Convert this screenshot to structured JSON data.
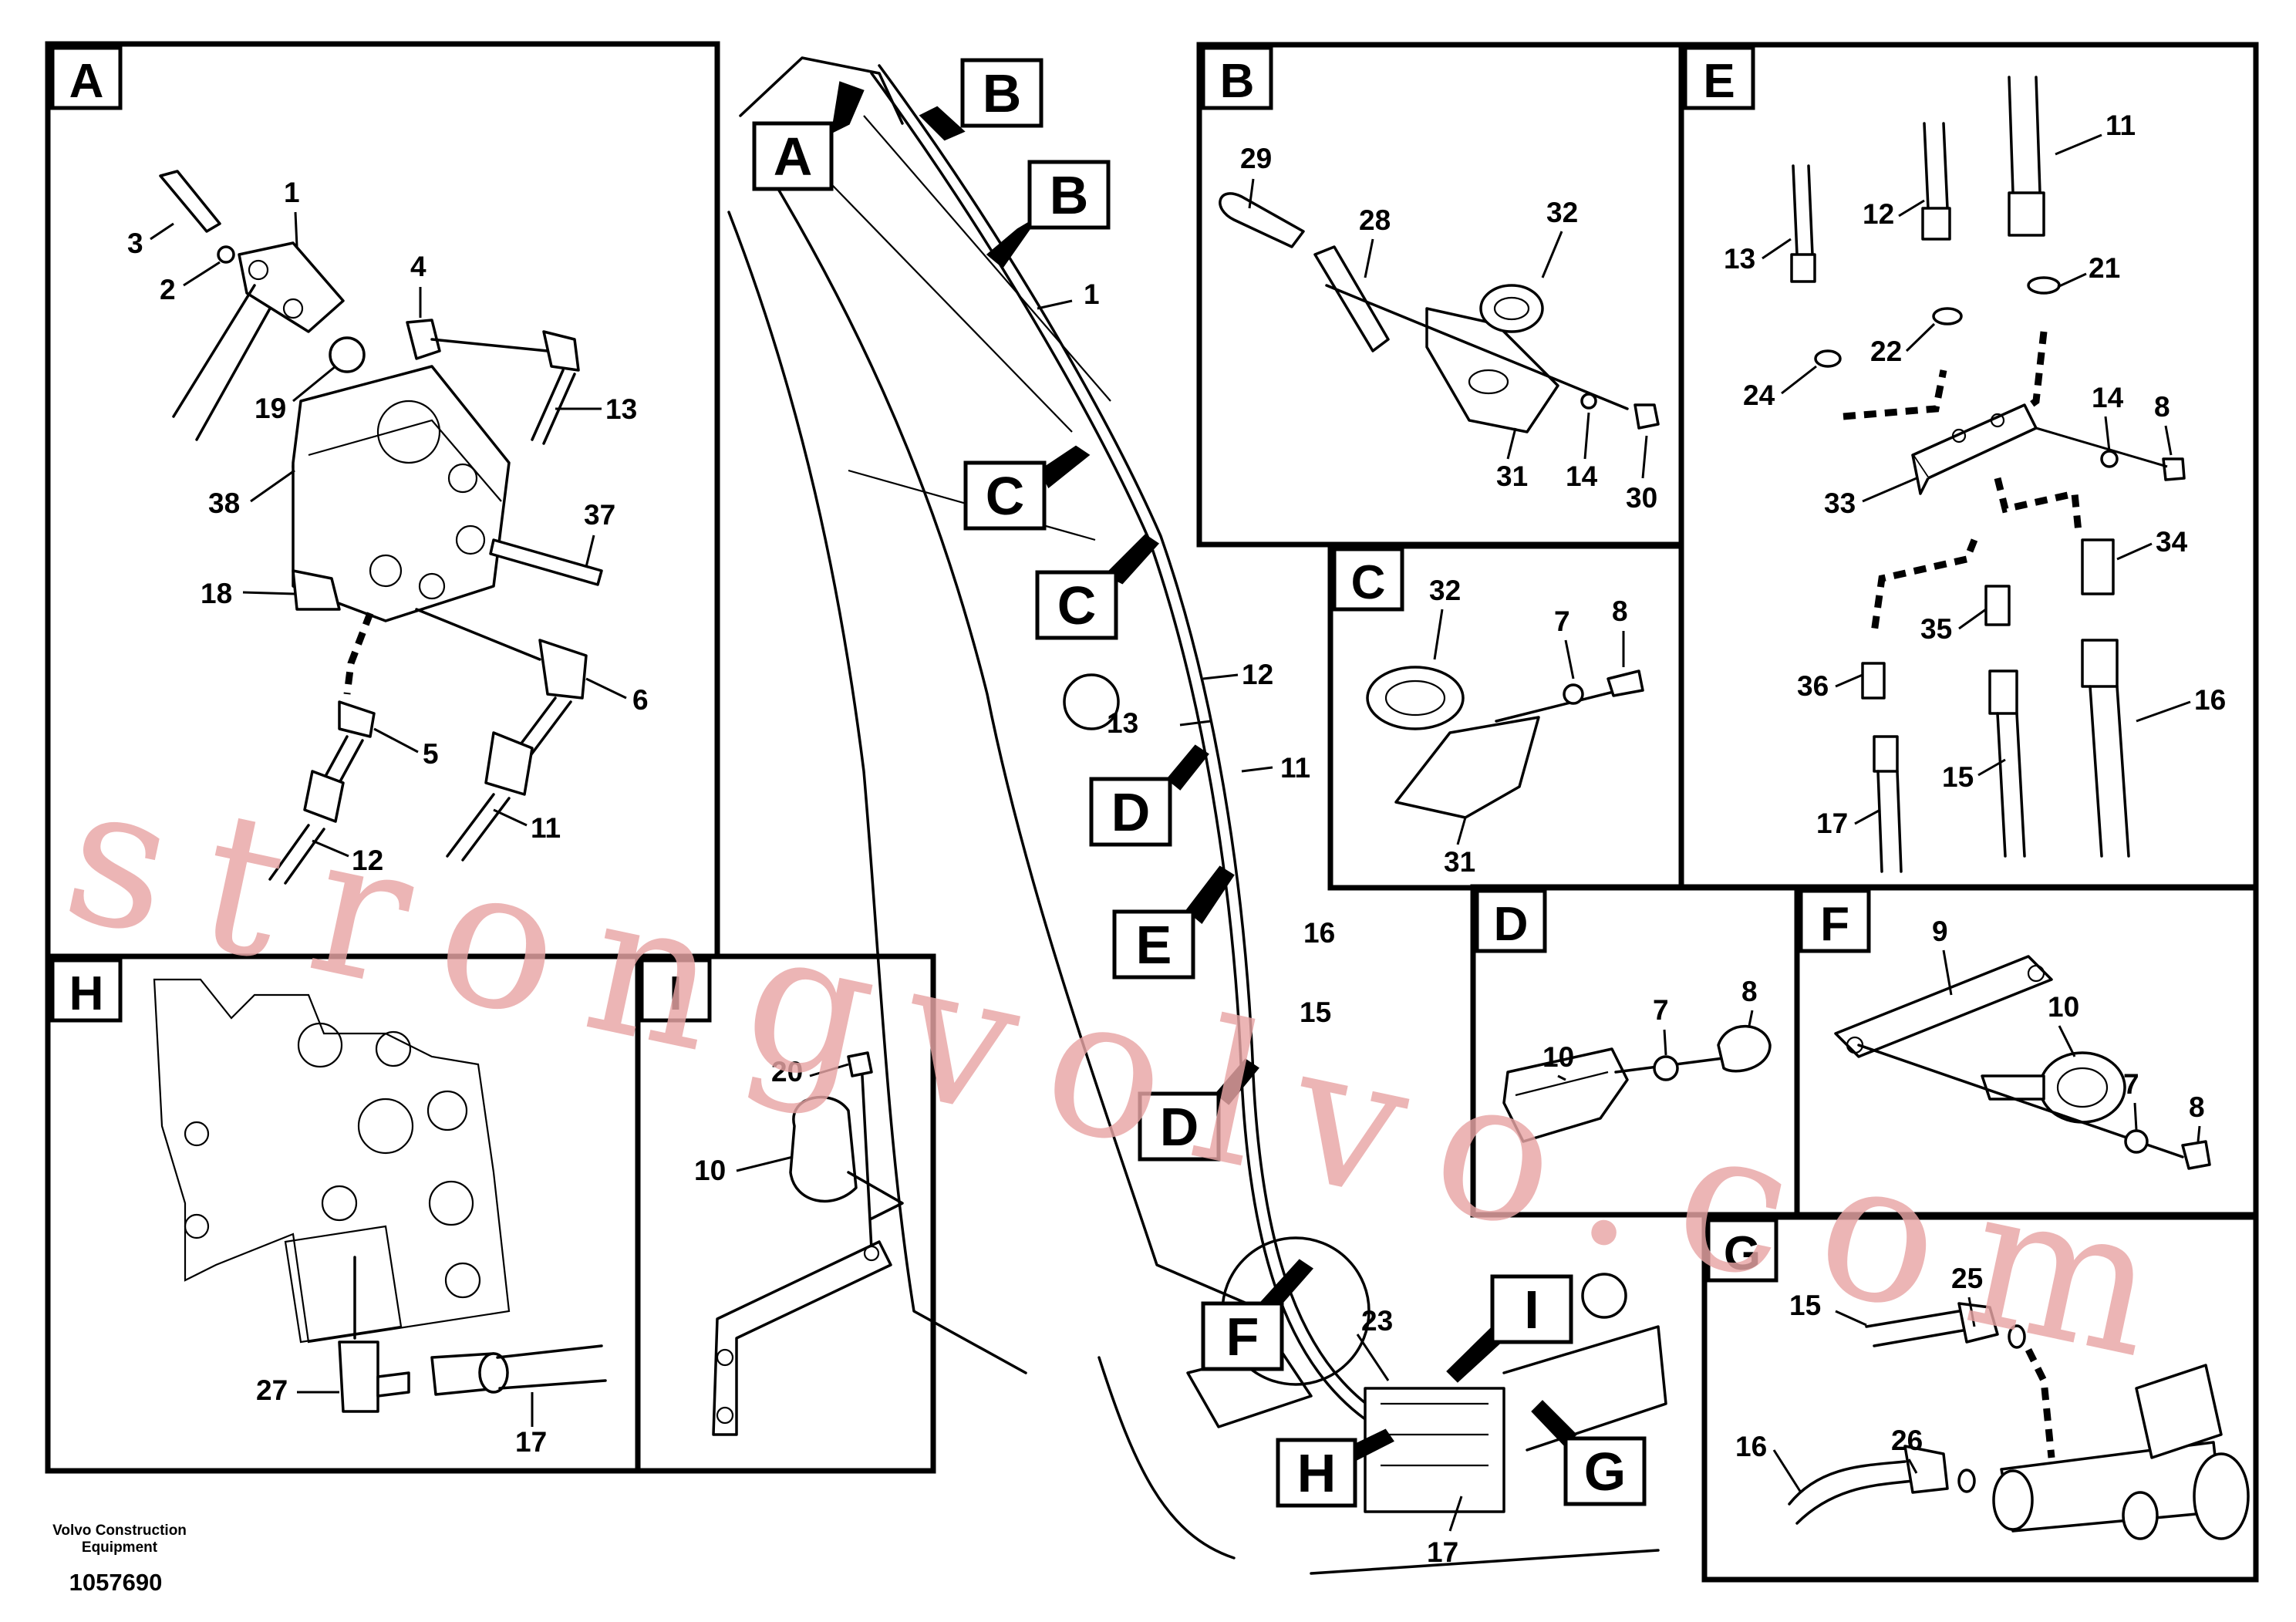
{
  "drawing_id": "1057690",
  "company": {
    "line1": "Volvo Construction",
    "line2": "Equipment"
  },
  "watermark": "strongvolvo.com",
  "panels": {
    "A": "A",
    "B": "B",
    "C": "C",
    "D": "D",
    "E": "E",
    "F": "F",
    "G": "G",
    "H": "H",
    "I": "I"
  },
  "boom_tags": {
    "A": "A",
    "B1": "B",
    "B2": "B",
    "C1": "C",
    "C2": "C",
    "D1": "D",
    "D2": "D",
    "E": "E",
    "F": "F",
    "G": "G",
    "H": "H",
    "I": "I"
  },
  "labels": {
    "boom": {
      "n1": "1",
      "n12": "12",
      "n13": "13",
      "n11": "11",
      "n16": "16",
      "n15": "15",
      "n23": "23",
      "n17": "17"
    },
    "A": {
      "n1": "1",
      "n3": "3",
      "n2": "2",
      "n4": "4",
      "n19": "19",
      "n13": "13",
      "n38": "38",
      "n37": "37",
      "n18": "18",
      "n6": "6",
      "n5": "5",
      "n11": "11",
      "n12": "12"
    },
    "B": {
      "n29": "29",
      "n28": "28",
      "n32": "32",
      "n31": "31",
      "n14": "14",
      "n30": "30"
    },
    "C": {
      "n32": "32",
      "n7": "7",
      "n8": "8",
      "n31": "31"
    },
    "D": {
      "n10": "10",
      "n7": "7",
      "n8": "8"
    },
    "E": {
      "n11": "11",
      "n12": "12",
      "n13": "13",
      "n21": "21",
      "n22": "22",
      "n24": "24",
      "n14": "14",
      "n8": "8",
      "n33": "33",
      "n34": "34",
      "n35": "35",
      "n36": "36",
      "n16": "16",
      "n15": "15",
      "n17": "17"
    },
    "F": {
      "n9": "9",
      "n10": "10",
      "n7": "7",
      "n8": "8"
    },
    "G": {
      "n15": "15",
      "n25": "25",
      "n16": "16",
      "n26": "26"
    },
    "H": {
      "n27": "27",
      "n17": "17"
    },
    "I": {
      "n20": "20",
      "n10": "10"
    }
  }
}
